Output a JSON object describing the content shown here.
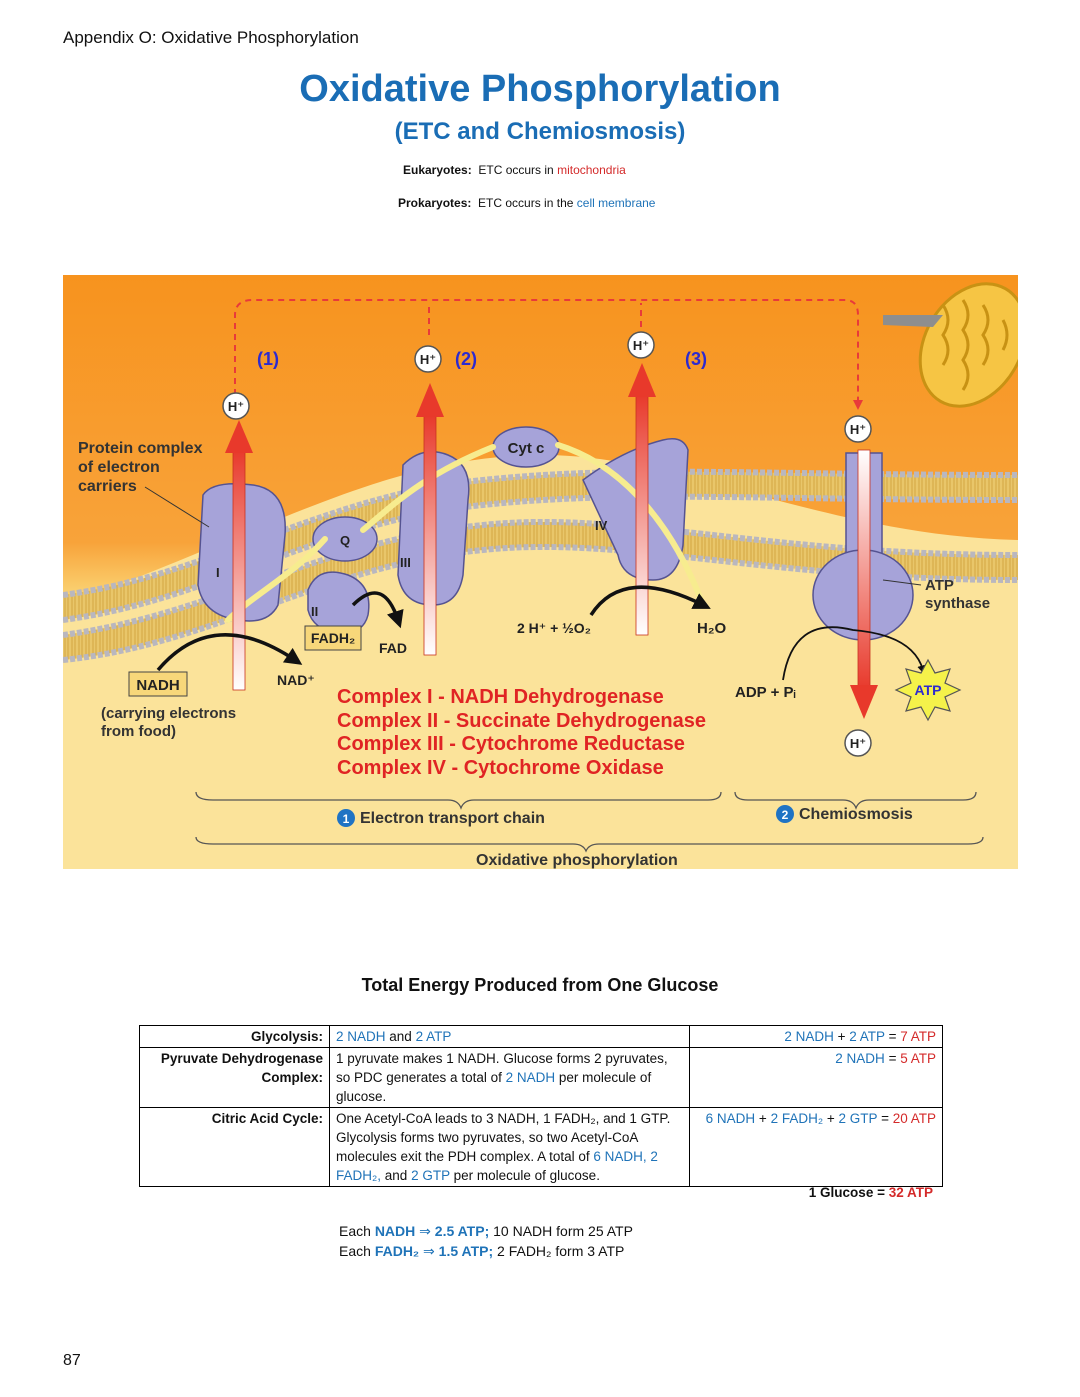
{
  "header": {
    "appendix": "Appendix O: Oxidative Phosphorylation"
  },
  "title": "Oxidative Phosphorylation",
  "subtitle": "(ETC and Chemiosmosis)",
  "location": {
    "euk_label": "Eukaryotes:",
    "euk_pre": "ETC occurs in",
    "euk_place": "mitochondria",
    "pro_label": "Prokaryotes:",
    "pro_pre": "ETC occurs in the",
    "pro_place": "cell membrane"
  },
  "diagram": {
    "step1": "(1)",
    "step2": "(2)",
    "step3": "(3)",
    "hplus": "H⁺",
    "protein_complex": [
      "Protein complex",
      "of electron",
      "carriers"
    ],
    "roman": [
      "I",
      "II",
      "III",
      "IV"
    ],
    "q": "Q",
    "cytc": "Cyt c",
    "fadh2": "FADH₂",
    "fad": "FAD",
    "nadh": "NADH",
    "nad": "NAD⁺",
    "carrying": [
      "(carrying electrons",
      "from food)"
    ],
    "h2o": "H₂O",
    "o2eq": "2 H⁺ + ½O₂",
    "atp_synthase": [
      "ATP",
      "synthase"
    ],
    "adp": "ADP + Pᵢ",
    "atp": "ATP",
    "complexes": [
      "Complex I - NADH Dehydrogenase",
      "Complex II - Succinate Dehydrogenase",
      "Complex III - Cytochrome Reductase",
      "Complex IV - Cytochrome Oxidase"
    ],
    "etc_num": "1",
    "etc_label": "Electron transport chain",
    "chemi_num": "2",
    "chemi_label": "Chemiosmosis",
    "oxphos_label": "Oxidative phosphorylation"
  },
  "energy": {
    "title": "Total Energy Produced from One Glucose",
    "gly_label": "Glycolysis:",
    "gly_nadh": "2 NADH",
    "and": "and",
    "gly_atp": "2 ATP",
    "gly_tot_nadh": "2 NADH",
    "plus": "+",
    "gly_tot_atp": "2 ATP",
    "eq": "=",
    "gly_tot_res": "7 ATP",
    "pdc_label1": "Pyruvate Dehydrogenase",
    "pdc_label2": "Complex:",
    "pdc_desc": "1 pyruvate makes 1 NADH.  Glucose forms 2 pyruvates, so PDC generates a total of",
    "pdc_nadh": "2 NADH",
    "pdc_desc_end": "per molecule of glucose.",
    "pdc_tot_nadh": "2 NADH",
    "pdc_tot_res": "5 ATP",
    "cac_label": "Citric Acid Cycle:",
    "cac_desc": "One Acetyl-CoA leads to 3 NADH, 1 FADH₂, and 1 GTP.  Glycolysis forms two pyruvates, so two Acetyl-CoA molecules exit the PDH complex.  A total of",
    "cac_nadh": "6 NADH,",
    "cac_fadh": "2 FADH₂,",
    "cac_gtp": "2 GTP",
    "cac_end": "per molecule of glucose.",
    "cac_tot_nadh": "6 NADH",
    "cac_tot_fadh": "2 FADH₂",
    "cac_tot_gtp": "2 GTP",
    "cac_tot_res": "20 ATP",
    "glucose_label": "1 Glucose =",
    "glucose_val": "32 ATP"
  },
  "conversions": {
    "each": "Each",
    "nadh": "NADH",
    "arrow": "⇒",
    "nadh_val": "2.5 ATP;",
    "nadh_rest": "10 NADH form 25 ATP",
    "fadh": "FADH₂",
    "fadh_val": "1.5 ATP;",
    "fadh_rest": "2 FADH₂ form 3 ATP"
  },
  "page_number": "87"
}
